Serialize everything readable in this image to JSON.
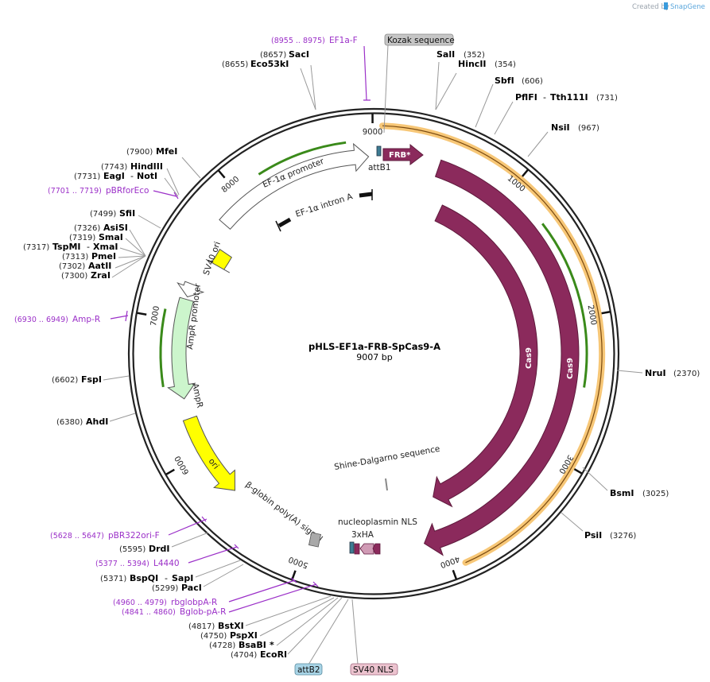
{
  "credit": {
    "prefix": "Created by",
    "brand": "SnapGene"
  },
  "plasmid": {
    "name": "pHLS-EF1a-FRB-SpCas9-A",
    "length": "9007 bp"
  },
  "ticks": [
    "1000",
    "2000",
    "3000",
    "4000",
    "5000",
    "6000",
    "7000",
    "8000",
    "9000"
  ],
  "top_tags": {
    "kozak": "Kozak sequence"
  },
  "bottom_tags": {
    "attb2": "attB2",
    "sv40_nls": "SV40 NLS"
  },
  "primers": {
    "ef1a_f": {
      "range": "(8955 .. 8975)",
      "name": "EF1a-F"
    },
    "pbrforeco": {
      "range": "(7701 .. 7719)",
      "name": "pBRforEco"
    },
    "amp_r": {
      "range": "(6930 .. 6949)",
      "name": "Amp-R"
    },
    "pbr322ori_f": {
      "range": "(5628 .. 5647)",
      "name": "pBR322ori-F"
    },
    "l4440": {
      "range": "(5377 .. 5394)",
      "name": "L4440"
    },
    "rbglobpa_r": {
      "range": "(4960 .. 4979)",
      "name": "rbglobpA-R"
    },
    "bglob_pa_r": {
      "range": "(4841 .. 4860)",
      "name": "Bglob-pA-R"
    }
  },
  "sites": {
    "saci": {
      "pos": "(8657)",
      "name": "SacI"
    },
    "eco53ki": {
      "pos": "(8655)",
      "name": "Eco53kI"
    },
    "sali": {
      "pos": "(352)",
      "name": "SalI"
    },
    "hincii": {
      "pos": "(354)",
      "name": "HincII"
    },
    "sbfi": {
      "pos": "(606)",
      "name": "SbfI"
    },
    "pflfi": {
      "name": "PflFI",
      "dash": "-",
      "name2": "Tth111I",
      "pos": "(731)"
    },
    "nsii": {
      "name": "NsiI",
      "pos": "(967)"
    },
    "nrui": {
      "name": "NruI",
      "pos": "(2370)"
    },
    "bsmi": {
      "name": "BsmI",
      "pos": "(3025)"
    },
    "psii": {
      "name": "PsiI",
      "pos": "(3276)"
    },
    "mfei": {
      "pos": "(7900)",
      "name": "MfeI"
    },
    "hindiii": {
      "pos": "(7743)",
      "name": "HindIII"
    },
    "eagi": {
      "pos": "(7731)",
      "name": "EagI",
      "dash": "-",
      "name2": "NotI"
    },
    "sfii": {
      "pos": "(7499)",
      "name": "SfiI"
    },
    "asisi": {
      "pos": "(7326)",
      "name": "AsiSI"
    },
    "smai": {
      "pos": "(7319)",
      "name": "SmaI"
    },
    "tspmi": {
      "pos": "(7317)",
      "name": "TspMI",
      "dash": "-",
      "name2": "XmaI"
    },
    "pmei": {
      "pos": "(7313)",
      "name": "PmeI"
    },
    "aatii": {
      "pos": "(7302)",
      "name": "AatII"
    },
    "zrai": {
      "pos": "(7300)",
      "name": "ZraI"
    },
    "fspi": {
      "pos": "(6602)",
      "name": "FspI"
    },
    "ahdi": {
      "pos": "(6380)",
      "name": "AhdI"
    },
    "drdi": {
      "pos": "(5595)",
      "name": "DrdI"
    },
    "bspqi": {
      "pos": "(5371)",
      "name": "BspQI",
      "dash": "-",
      "name2": "SapI"
    },
    "paci": {
      "pos": "(5299)",
      "name": "PacI"
    },
    "bstxi": {
      "pos": "(4817)",
      "name": "BstXI"
    },
    "pspxi": {
      "pos": "(4750)",
      "name": "PspXI"
    },
    "bsabi": {
      "pos": "(4728)",
      "name": "BsaBI",
      "mark": "*"
    },
    "ecori": {
      "pos": "(4704)",
      "name": "EcoRI"
    }
  },
  "features": {
    "ef1a_promoter": "EF-1α promoter",
    "ef1a_intron": "EF-1α intron A",
    "attb1": "attB1",
    "frb": "FRB*",
    "cas9": "Cas9",
    "sv40_ori": "SV40 ori",
    "ampr_promoter": "AmpR promoter",
    "ampr": "AmpR",
    "ori": "ori",
    "bglobin": "β-globin poly(A) signal",
    "shine": "Shine-Dalgarno sequence",
    "nls": "nucleoplasmin NLS",
    "ha": "3xHA"
  },
  "colors": {
    "cas9": "#8b2a5c",
    "promoter": "#ffffff",
    "ampr": "#ccf5cc",
    "ori": "#ffff00",
    "primer": "#9b30c8",
    "orf": "#f5b45a",
    "green_arrow": "#3a8a1a",
    "tag_grey": "#c6c6c6",
    "tag_blue": "#a8d4e6",
    "tag_pink": "#ecc3cf"
  }
}
